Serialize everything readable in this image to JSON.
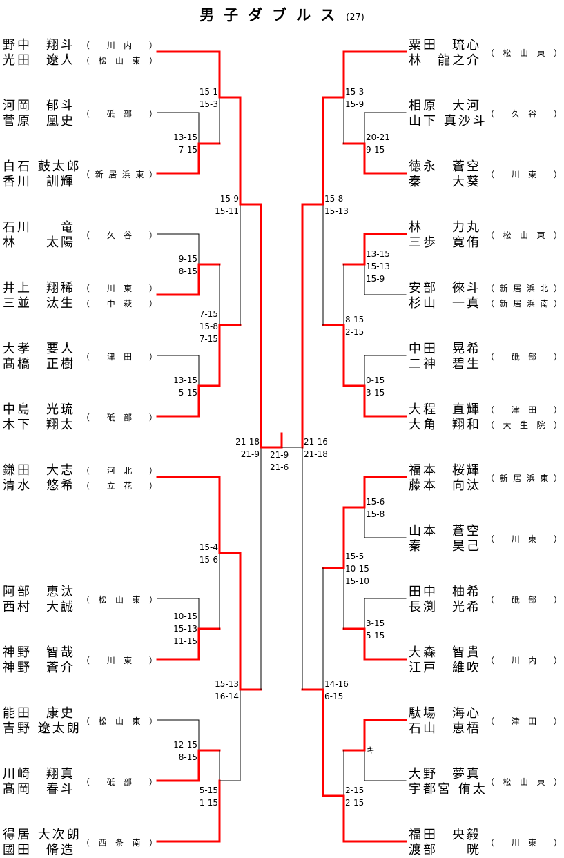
{
  "title": {
    "text": "男子ダブルス",
    "count": "(27)"
  },
  "colors": {
    "winner_line": "#ff0000",
    "loser_line": "#000000"
  },
  "left": {
    "entries": [
      {
        "players": [
          "野中　翔斗",
          "光田　遼人"
        ],
        "schools": [
          "川内",
          "松山東"
        ]
      },
      {
        "players": [
          "河岡　郁斗",
          "菅原　凰史"
        ],
        "schools": [
          "砥部"
        ]
      },
      {
        "players": [
          "白石 鼓太郎",
          "香川　訓輝"
        ],
        "schools": [
          "新居浜東"
        ]
      },
      {
        "players": [
          "石川　　竜",
          "林　　太陽"
        ],
        "schools": [
          "久谷"
        ]
      },
      {
        "players": [
          "井上　翔稀",
          "三並　汰生"
        ],
        "schools": [
          "川東",
          "中萩"
        ]
      },
      {
        "players": [
          "大孝　要人",
          "髙橋　正樹"
        ],
        "schools": [
          "津田"
        ]
      },
      {
        "players": [
          "中島　光琉",
          "木下　翔太"
        ],
        "schools": [
          "砥部"
        ]
      },
      {
        "players": [
          "鎌田　大志",
          "清水　悠希"
        ],
        "schools": [
          "河北",
          "立花"
        ]
      },
      {
        "players": [
          "阿部　恵汰",
          "西村　大誠"
        ],
        "schools": [
          "松山東"
        ]
      },
      {
        "players": [
          "神野　智哉",
          "神野　蒼介"
        ],
        "schools": [
          "川東"
        ]
      },
      {
        "players": [
          "能田　康史",
          "吉野 遼太朗"
        ],
        "schools": [
          "松山東"
        ]
      },
      {
        "players": [
          "川崎　翔真",
          "髙岡　春斗"
        ],
        "schools": [
          "砥部"
        ]
      },
      {
        "players": [
          "得居 大次朗",
          "國田　脩造"
        ],
        "schools": [
          "西条南"
        ]
      }
    ],
    "matches": [
      {
        "id": "L1",
        "scores": [
          "13-15",
          "7-15"
        ]
      },
      {
        "id": "L2",
        "scores": [
          "15-1",
          "15-3"
        ]
      },
      {
        "id": "L3",
        "scores": [
          "9-15",
          "8-15"
        ]
      },
      {
        "id": "L4",
        "scores": [
          "13-15",
          "5-15"
        ]
      },
      {
        "id": "L5",
        "scores": [
          "7-15",
          "15-8",
          "7-15"
        ]
      },
      {
        "id": "L6",
        "scores": [
          "15-9",
          "15-11"
        ]
      },
      {
        "id": "L7",
        "scores": [
          "10-15",
          "15-13",
          "11-15"
        ]
      },
      {
        "id": "L8",
        "scores": [
          "15-4",
          "15-6"
        ]
      },
      {
        "id": "L9",
        "scores": [
          "12-15",
          "8-15"
        ]
      },
      {
        "id": "L10",
        "scores": [
          "5-15",
          "1-15"
        ]
      },
      {
        "id": "L11",
        "scores": [
          "15-13",
          "16-14"
        ]
      },
      {
        "id": "L12",
        "scores": [
          "21-18",
          "21-9"
        ]
      }
    ]
  },
  "right": {
    "entries": [
      {
        "players": [
          "粟田　琉心",
          "林　龍之介"
        ],
        "schools": [
          "松山東"
        ]
      },
      {
        "players": [
          "相原　大河",
          "山下 真沙斗"
        ],
        "schools": [
          "久谷"
        ]
      },
      {
        "players": [
          "徳永　蒼空",
          "秦　　大葵"
        ],
        "schools": [
          "川東"
        ]
      },
      {
        "players": [
          "林　　力丸",
          "三歩　寛侑"
        ],
        "schools": [
          "松山東"
        ]
      },
      {
        "players": [
          "安部　徠斗",
          "杉山　一真"
        ],
        "schools": [
          "新居浜北",
          "新居浜南"
        ]
      },
      {
        "players": [
          "中田　晃希",
          "二神　碧生"
        ],
        "schools": [
          "砥部"
        ]
      },
      {
        "players": [
          "大程　直輝",
          "大角　翔和"
        ],
        "schools": [
          "津田",
          "大生院"
        ]
      },
      {
        "players": [
          "福本　桜輝",
          "藤本　向汰"
        ],
        "schools": [
          "新居浜東"
        ]
      },
      {
        "players": [
          "山本　蒼空",
          "秦　　昊己"
        ],
        "schools": [
          "川東"
        ]
      },
      {
        "players": [
          "田中　柚希",
          "長渕　光希"
        ],
        "schools": [
          "砥部"
        ]
      },
      {
        "players": [
          "大森　智貴",
          "江戸　維吹"
        ],
        "schools": [
          "川内"
        ]
      },
      {
        "players": [
          "駄場　海心",
          "石山　恵梧"
        ],
        "schools": [
          "津田"
        ]
      },
      {
        "players": [
          "大野　夢真",
          "宇都宮 侑太"
        ],
        "schools": [
          "松山東"
        ]
      },
      {
        "players": [
          "福田　央毅",
          "渡部　　晄"
        ],
        "schools": [
          "川東"
        ]
      }
    ],
    "matches": [
      {
        "id": "R1",
        "scores": [
          "20-21",
          "9-15"
        ]
      },
      {
        "id": "R2",
        "scores": [
          "15-3",
          "15-9"
        ]
      },
      {
        "id": "R3",
        "scores": [
          "13-15",
          "15-13",
          "15-9"
        ]
      },
      {
        "id": "R4",
        "scores": [
          "0-15",
          "3-15"
        ]
      },
      {
        "id": "R5",
        "scores": [
          "8-15",
          "2-15"
        ]
      },
      {
        "id": "R6",
        "scores": [
          "15-8",
          "15-13"
        ]
      },
      {
        "id": "R7",
        "scores": [
          "15-6",
          "15-8"
        ]
      },
      {
        "id": "R8",
        "scores": [
          "3-15",
          "5-15"
        ]
      },
      {
        "id": "R9",
        "scores": [
          "15-5",
          "10-15",
          "15-10"
        ]
      },
      {
        "id": "R10",
        "scores": [
          "キ"
        ]
      },
      {
        "id": "R11",
        "scores": [
          "2-15",
          "2-15"
        ]
      },
      {
        "id": "R12",
        "scores": [
          "14-16",
          "6-15"
        ]
      },
      {
        "id": "R13",
        "scores": [
          "21-16",
          "21-18"
        ]
      }
    ]
  },
  "final": {
    "scores": [
      "21-9",
      "21-6"
    ]
  }
}
